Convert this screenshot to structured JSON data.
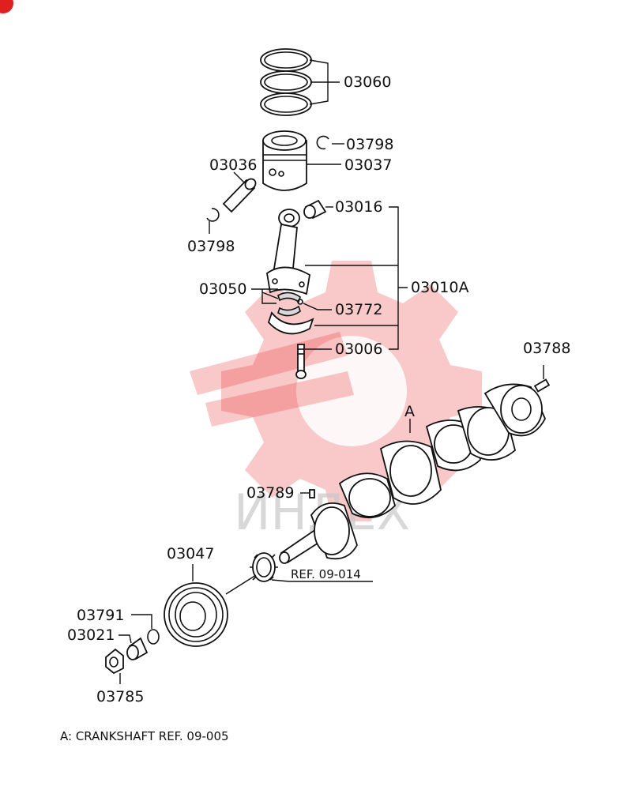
{
  "parts": {
    "p03060": "03060",
    "p03798_top": "03798",
    "p03036": "03036",
    "p03037": "03037",
    "p03798_left": "03798",
    "p03016": "03016",
    "p03050": "03050",
    "p03010A": "03010A",
    "p03772": "03772",
    "p03006": "03006",
    "p03788": "03788",
    "pA": "A",
    "p03789": "03789",
    "p03047": "03047",
    "p03791": "03791",
    "p03021": "03021",
    "p03785": "03785"
  },
  "refs": {
    "gear_ref": "REF. 09-014"
  },
  "footnote": "A: CRANKSHAFT REF. 09-005",
  "watermark_text": "ИНДЕХ",
  "colors": {
    "watermark": "#e83a3a",
    "corner_badge": "#e02020",
    "ink": "#111111"
  }
}
